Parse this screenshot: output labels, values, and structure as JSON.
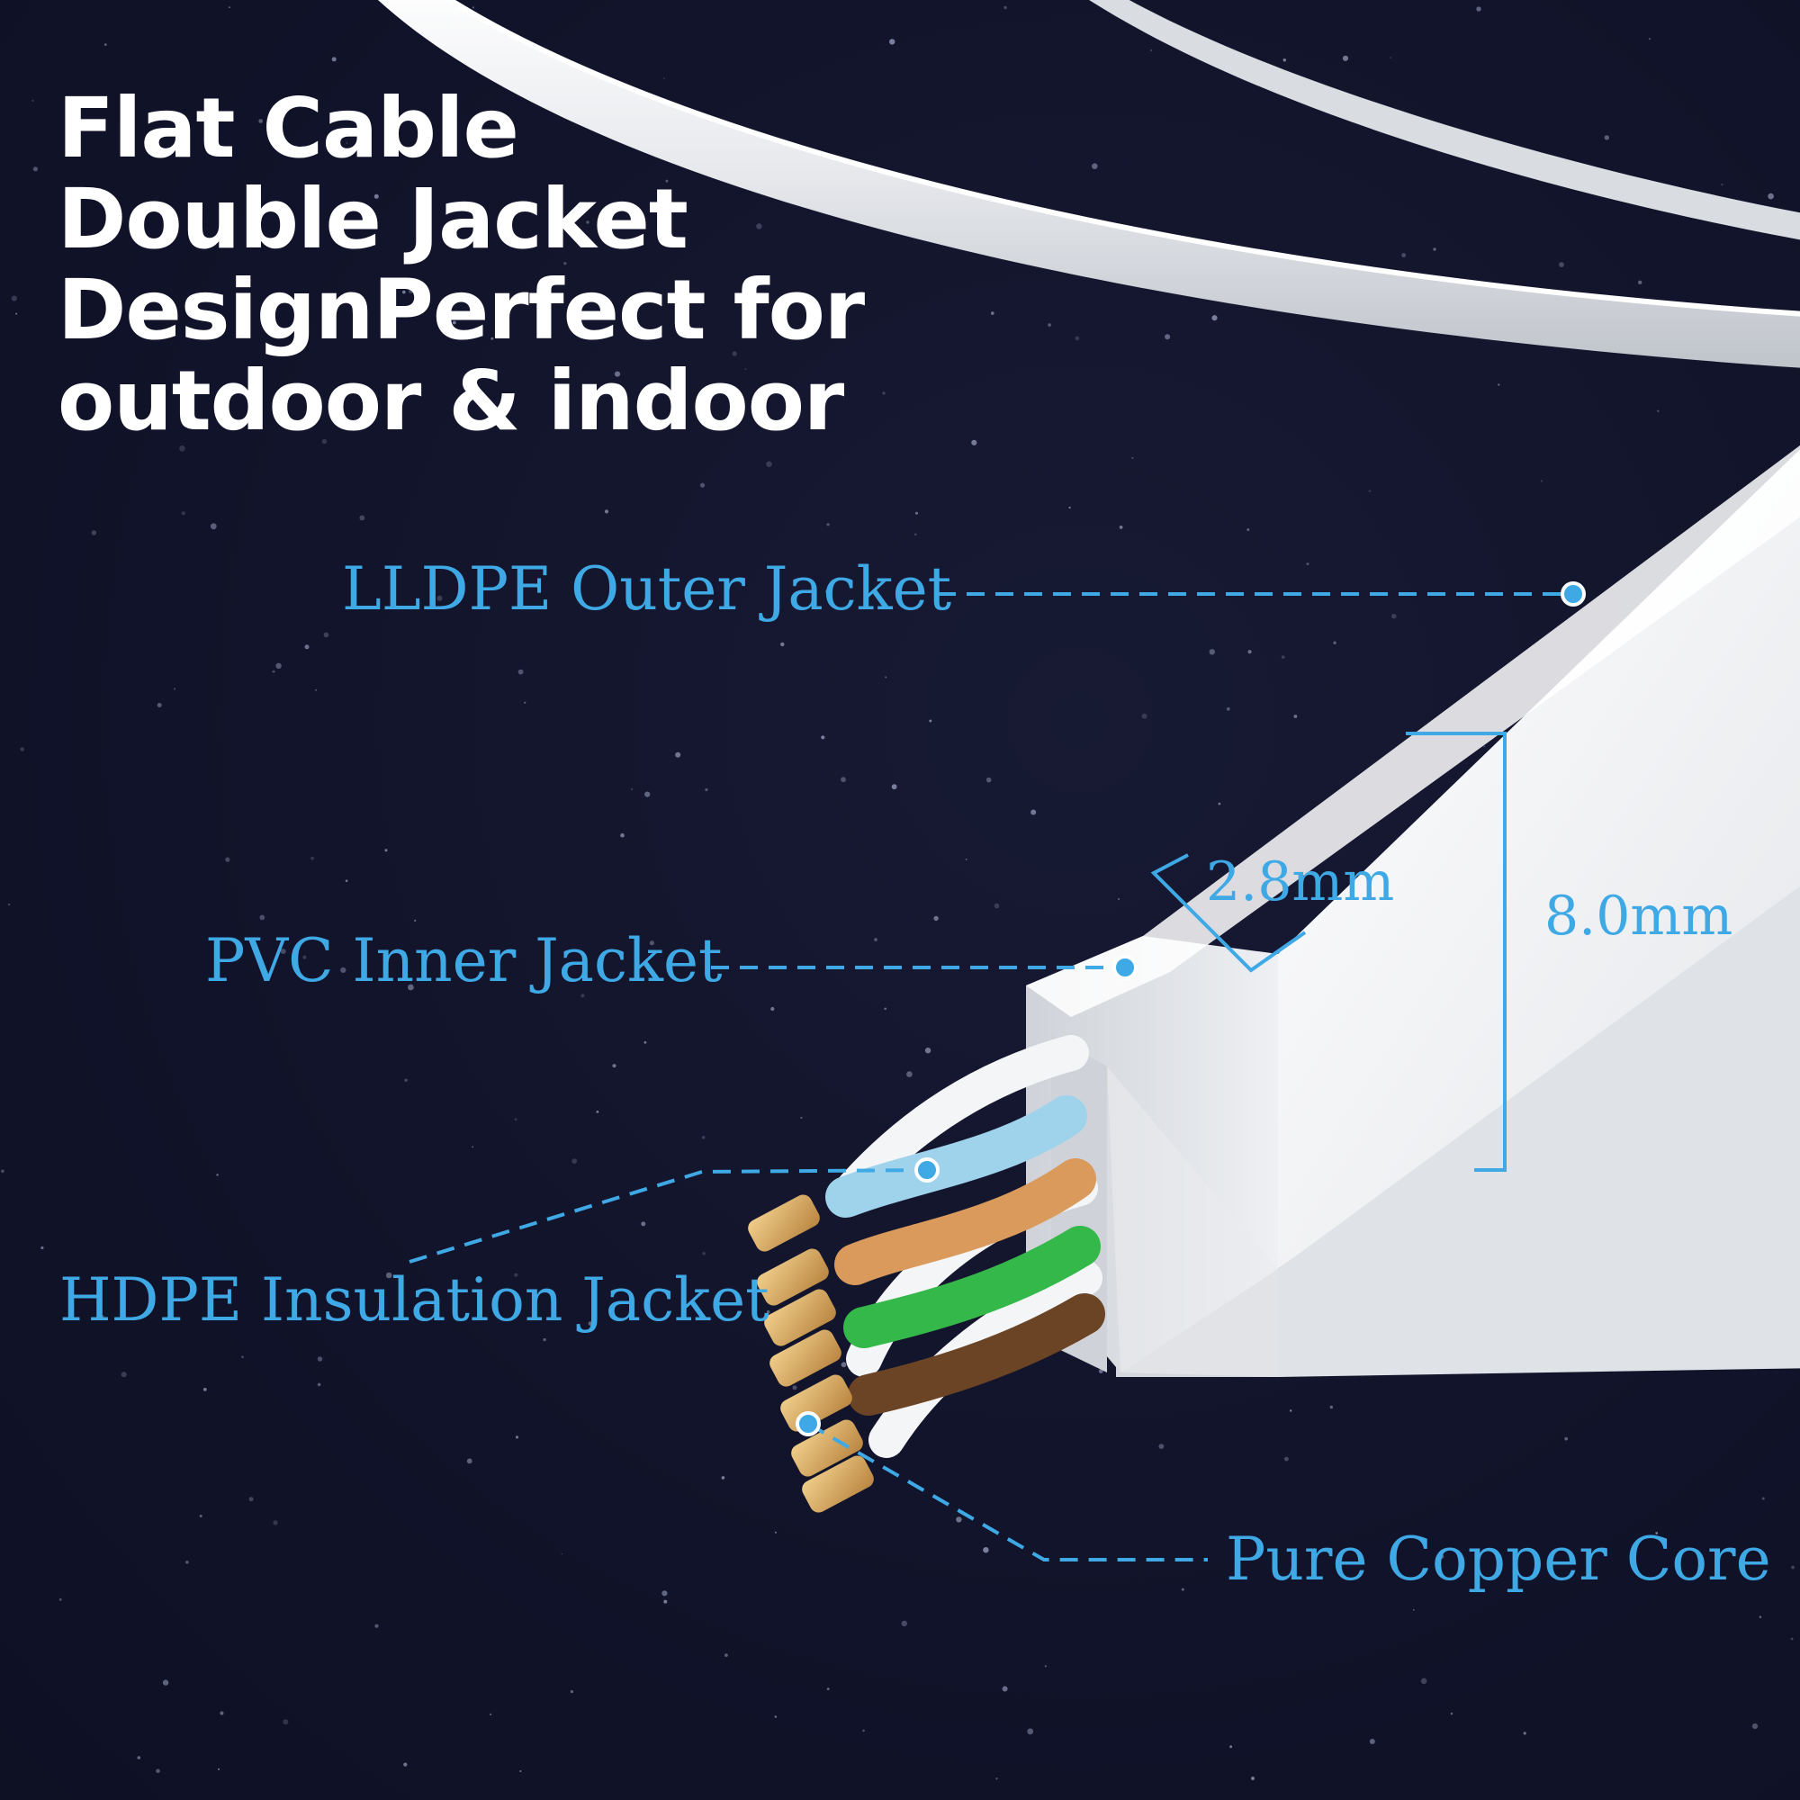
{
  "headline": {
    "line1": "Flat Cable",
    "line2": "Double Jacket",
    "line3": "DesignPerfect for",
    "line4": "outdoor & indoor"
  },
  "callouts": {
    "outer_jacket": "LLDPE Outer Jacket",
    "inner_jacket": "PVC Inner Jacket",
    "insulation_jacket": "HDPE Insulation Jacket",
    "core": "Pure Copper Core"
  },
  "dimensions": {
    "thickness": "2.8mm",
    "width": "8.0mm"
  },
  "colors": {
    "background": "#12142a",
    "accent": "#3fa9e6",
    "headline": "#ffffff",
    "cable": "#f2f3f5",
    "wire_blue": "#9fd3ec",
    "wire_orange": "#d99a5c",
    "wire_green": "#35b84a",
    "wire_brown": "#6a4424",
    "copper": "#d9aa63"
  }
}
